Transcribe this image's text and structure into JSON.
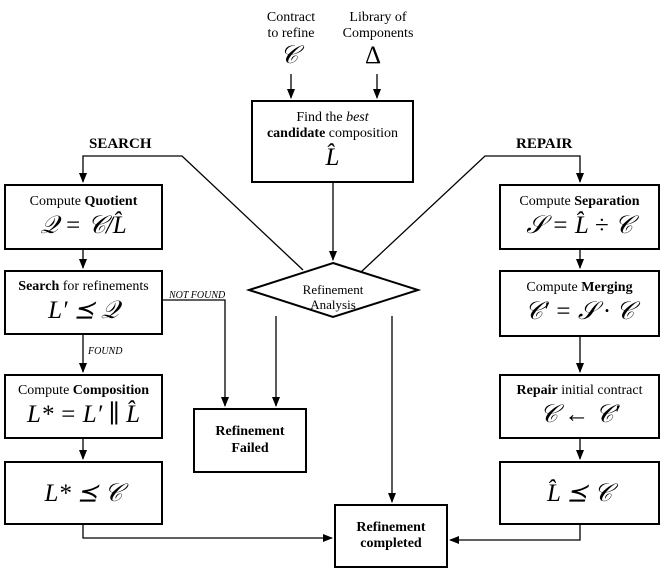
{
  "inputs": {
    "contract_label": "Contract\nto refine",
    "contract_symbol": "𝒞",
    "library_label": "Library of\nComponents",
    "library_symbol": "Δ"
  },
  "find": {
    "pre": "Find the ",
    "em": "best",
    "bold": "candidate",
    "post": " composition",
    "formula": "L̂"
  },
  "headers": {
    "search": "SEARCH",
    "repair": "REPAIR"
  },
  "decision": {
    "label": "Refinement\nAnalysis"
  },
  "search": {
    "quotient": {
      "pre": "Compute ",
      "bold": "Quotient",
      "formula": "𝒬 = 𝒞/L̂"
    },
    "refine": {
      "bold": "Search",
      "post": " for refinements",
      "formula": "L′ ⪯ 𝒬"
    },
    "composition": {
      "pre": "Compute ",
      "bold": "Composition",
      "formula": "L* = L′ ∥ L̂"
    },
    "check": {
      "formula": "L* ⪯ 𝒞"
    },
    "not_found": "NOT FOUND",
    "found": "FOUND"
  },
  "repair": {
    "separation": {
      "pre": "Compute ",
      "bold": "Separation",
      "formula": "𝒮 = L̂ ÷ 𝒞"
    },
    "merging": {
      "pre": "Compute ",
      "bold": "Merging",
      "formula": "𝒞′ = 𝒮 · 𝒞"
    },
    "repair_contract": {
      "bold": "Repair",
      "post": " initial contract",
      "formula": "𝒞 ← 𝒞′"
    },
    "check": {
      "formula": "L̂ ⪯ 𝒞"
    }
  },
  "outcomes": {
    "failed": "Refinement\nFailed",
    "completed": "Refinement\ncompleted"
  }
}
